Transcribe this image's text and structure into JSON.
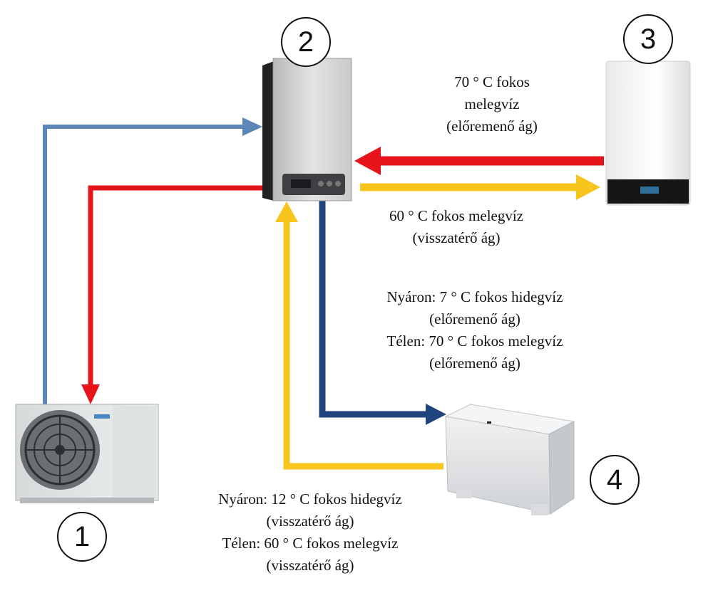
{
  "colors": {
    "supply_red": "#e8141b",
    "return_yellow": "#f7c51c",
    "light_blue": "#5b86b7",
    "dark_blue": "#20447e"
  },
  "badges": {
    "one": "1",
    "two": "2",
    "three": "3",
    "four": "4"
  },
  "labels": {
    "boiler_supply": [
      "70 ° C fokos",
      "melegvíz",
      "(előremenő ág)"
    ],
    "boiler_return": [
      "60 ° C fokos melegvíz",
      "(visszatérő ág)"
    ],
    "fancoil_supply": [
      "Nyáron: 7 ° C fokos hidegvíz",
      "(előremenő ág)",
      "Télen: 70 ° C fokos melegvíz",
      "(előremenő ág)"
    ],
    "fancoil_return": [
      "Nyáron: 12 ° C fokos hidegvíz",
      "(visszatérő ág)",
      "Télen: 60 ° C fokos melegvíz",
      "(visszatérő ág)"
    ]
  },
  "devices": {
    "heat_pump": "outdoor-heat-pump",
    "buffer_unit": "wall-hydrobox",
    "gas_boiler": "wall-gas-boiler",
    "fan_coil": "floor-fan-coil"
  }
}
